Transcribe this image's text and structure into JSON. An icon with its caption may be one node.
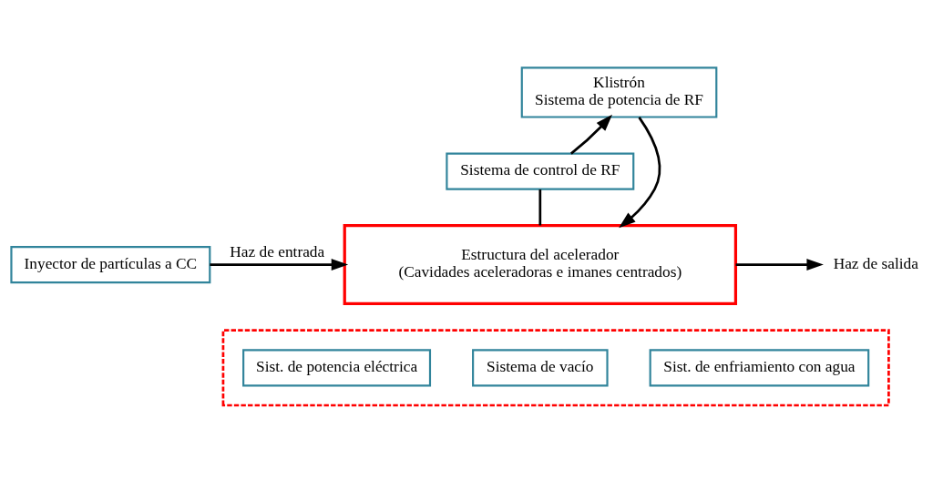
{
  "diagram": {
    "nodes": [
      {
        "text": [
          "Inyector de partículas a CC"
        ]
      },
      {
        "text": [
          "Estructura del acelerador",
          "(Cavidades aceleradoras e imanes centrados)"
        ]
      },
      {
        "text": [
          "Sistema de control de RF"
        ]
      },
      {
        "text": [
          "Klistrón",
          "Sistema de potencia de RF"
        ]
      },
      {
        "text": [],
        "shape": "box"
      },
      {
        "text": [
          "Sist. de potencia eléctrica"
        ],
        "in": 4
      },
      {
        "text": [
          "Sistema de vacío"
        ],
        "in": 4
      },
      {
        "text": [
          "Sist. de enfriamiento con agua"
        ],
        "in": 4
      },
      {
        "text": [
          "Haz de salida"
        ]
      }
    ],
    "edges": [
      {
        "from": 0,
        "to": 1,
        "arrow": "to",
        "label": "Haz de entrada"
      },
      {
        "from": 2,
        "to": 1,
        "arrow": "none"
      },
      {
        "from": 2,
        "to": 3,
        "arrow": "to"
      },
      {
        "from": 3,
        "to": 1,
        "arrow": "to"
      },
      {
        "from": 1,
        "to": 8,
        "arrow": "to"
      }
    ]
  }
}
